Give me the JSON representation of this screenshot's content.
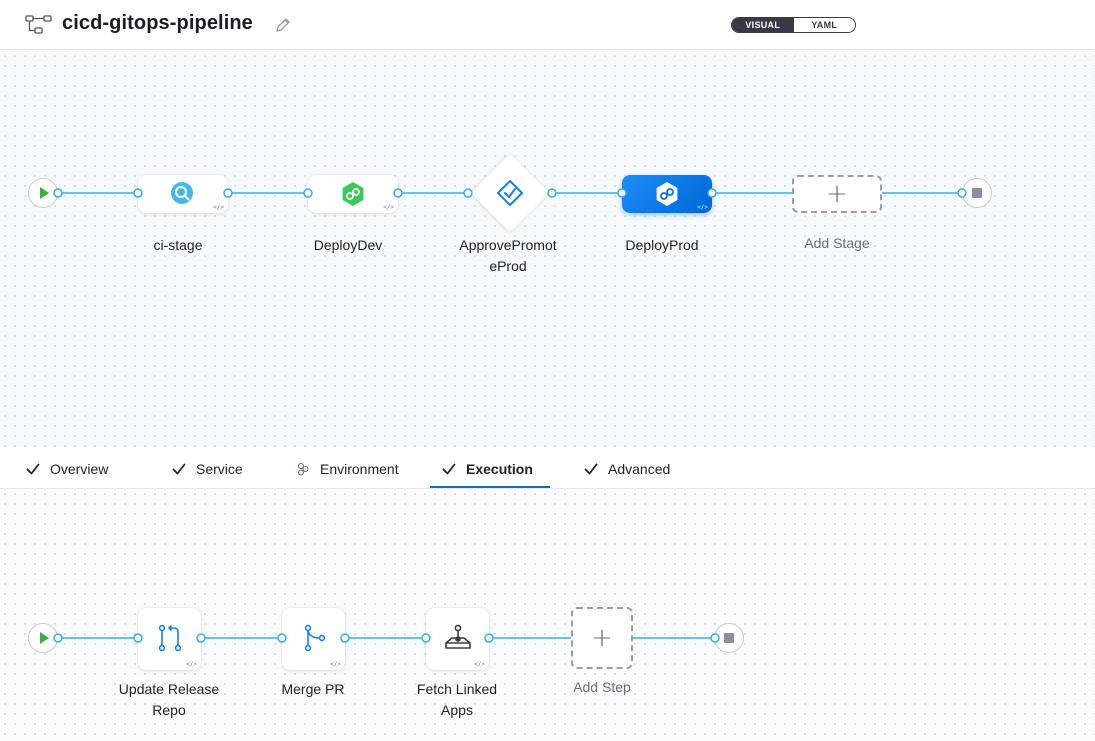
{
  "header": {
    "title": "cicd-gitops-pipeline",
    "view_toggle": {
      "visual": "VISUAL",
      "yaml": "YAML",
      "selected": "VISUAL"
    }
  },
  "stages": [
    {
      "label": "ci-stage",
      "icon": "ci-search-icon"
    },
    {
      "label": "DeployDev",
      "icon": "deploy-icon"
    },
    {
      "label": "ApprovePromot\neProd",
      "icon": "approval-icon"
    },
    {
      "label": "DeployProd",
      "icon": "deploy-icon",
      "selected": true
    }
  ],
  "add_stage": "Add Stage",
  "tabs": [
    {
      "label": "Overview",
      "status": "complete"
    },
    {
      "label": "Service",
      "status": "complete"
    },
    {
      "label": "Environment",
      "status": "incomplete"
    },
    {
      "label": "Execution",
      "status": "complete",
      "active": true
    },
    {
      "label": "Advanced",
      "status": "complete"
    }
  ],
  "steps": [
    {
      "label": "Update Release\nRepo",
      "icon": "pull-request-icon"
    },
    {
      "label": "Merge PR",
      "icon": "git-merge-icon"
    },
    {
      "label": "Fetch Linked\nApps",
      "icon": "joystick-icon"
    }
  ],
  "add_step": "Add Step",
  "yaml_indicator": "</>",
  "colors": {
    "accent": "#0b6fb8",
    "connector": "#3dabe6",
    "selected_stage": "#0a72e0",
    "start": "#42ab45"
  }
}
